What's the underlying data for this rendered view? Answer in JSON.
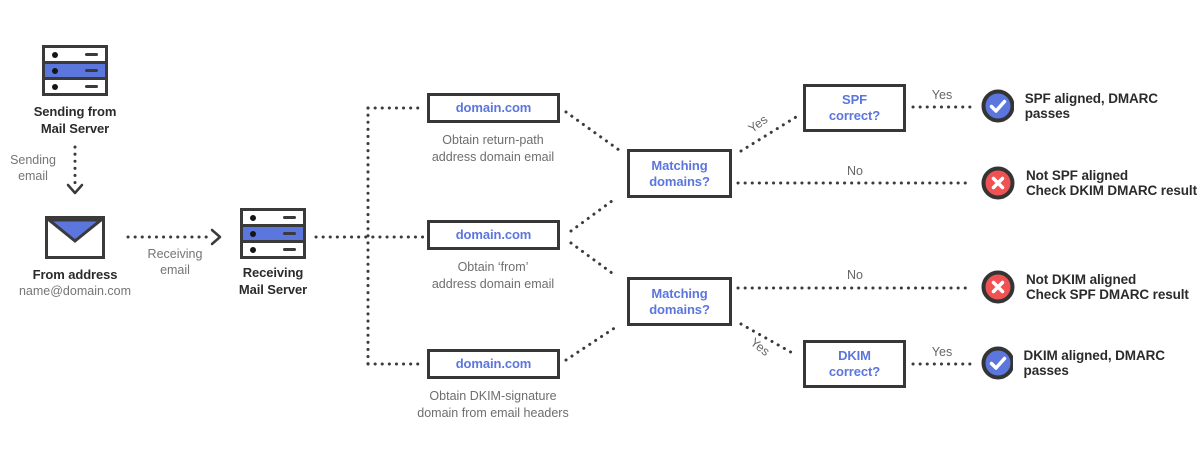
{
  "palette": {
    "accent_blue": "#5b76dd",
    "line_dark": "#3b3b3b",
    "pass_blue": "#5b76dd",
    "fail_red": "#f05152",
    "icon_ring": "#343434",
    "text_dark": "#2b2b2b",
    "text_gray": "#6e6e6e"
  },
  "source": {
    "sending_server_label": {
      "line1": "Sending from",
      "line2": "Mail Server"
    },
    "sending_email_label": {
      "line1": "Sending",
      "line2": "email"
    },
    "from_address": {
      "title": "From address",
      "email": "name@domain.com"
    },
    "receiving_email_label": {
      "line1": "Receiving",
      "line2": "email"
    },
    "receiving_server_label": {
      "line1": "Receiving",
      "line2": "Mail Server"
    }
  },
  "domain_boxes": [
    {
      "label": "domain.com",
      "caption_line1": "Obtain return-path",
      "caption_line2": "address domain email"
    },
    {
      "label": "domain.com",
      "caption_line1": "Obtain ‘from’",
      "caption_line2": "address domain email"
    },
    {
      "label": "domain.com",
      "caption_line1": "Obtain DKIM-signature",
      "caption_line2": "domain from email headers"
    }
  ],
  "decisions": {
    "matching_top": {
      "line1": "Matching",
      "line2": "domains?"
    },
    "matching_bottom": {
      "line1": "Matching",
      "line2": "domains?"
    },
    "spf": {
      "line1": "SPF",
      "line2": "correct?"
    },
    "dkim": {
      "line1": "DKIM",
      "line2": "correct?"
    }
  },
  "edge_labels": {
    "to_spf": "Yes",
    "spf_pass": "Yes",
    "spf_no": "No",
    "dkim_no": "No",
    "to_dkim": "Yes",
    "dkim_pass": "Yes"
  },
  "results": [
    {
      "icon": "check",
      "line1": "SPF aligned, DMARC passes"
    },
    {
      "icon": "cross",
      "line1": "Not SPF aligned",
      "line2": "Check DKIM DMARC result"
    },
    {
      "icon": "cross",
      "line1": "Not DKIM aligned",
      "line2": "Check SPF DMARC result"
    },
    {
      "icon": "check",
      "line1": "DKIM aligned, DMARC passes"
    }
  ]
}
